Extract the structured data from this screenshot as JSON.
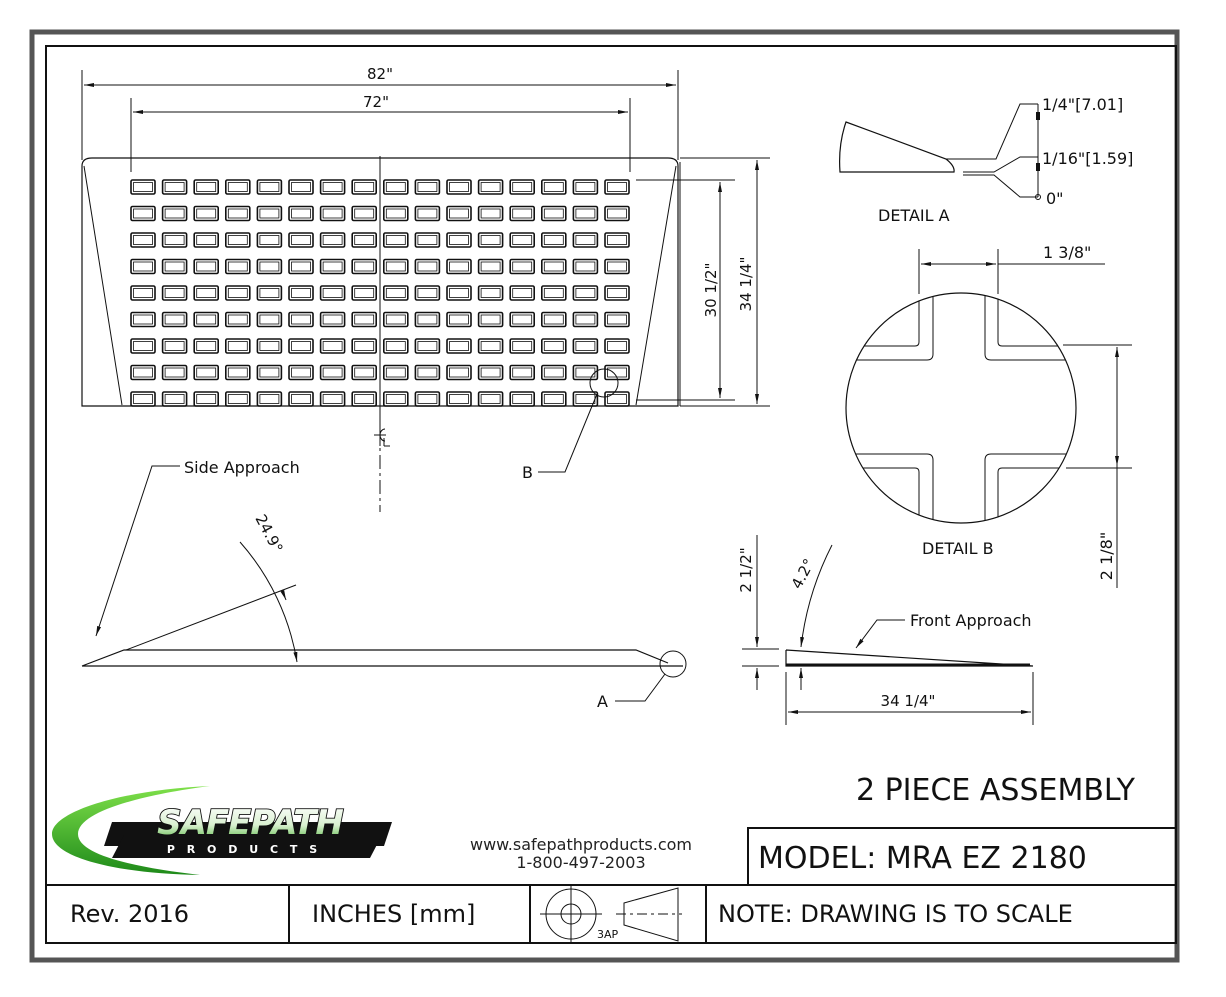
{
  "drawing": {
    "title": "2 PIECE ASSEMBLY",
    "model": "MODEL: MRA EZ 2180",
    "revision": "Rev. 2016",
    "units": "INCHES [mm]",
    "projection_label": "3AP",
    "note": "NOTE: DRAWING IS TO SCALE"
  },
  "company": {
    "logo_main": "SAFEPATH",
    "logo_sub": "P R O D U C T S",
    "website": "www.safepathproducts.com",
    "phone": "1-800-497-2003",
    "colors": {
      "green": "#3fae2a",
      "dark": "#111111",
      "frame": "#555555"
    }
  },
  "top_view": {
    "overall_width": "82\"",
    "grid_width": "72\"",
    "grid_depth": "30 1/2\"",
    "overall_depth": "34 1/4\"",
    "centerline_symbol": "CL",
    "detail_callout": "B",
    "grid": {
      "rows": 9,
      "cols": 16
    }
  },
  "side_view": {
    "label": "Side Approach",
    "angle": "24.9°",
    "detail_callout": "A"
  },
  "detail_a": {
    "title": "DETAIL A",
    "dims": [
      "1/4\"[7.01]",
      "1/16\"[1.59]",
      "0\""
    ]
  },
  "detail_b": {
    "title": "DETAIL B",
    "width": "1 3/8\"",
    "height": "2 1/8\""
  },
  "front_view": {
    "label": "Front Approach",
    "height": "2 1/2\"",
    "angle": "4.2°",
    "length": "34 1/4\""
  }
}
